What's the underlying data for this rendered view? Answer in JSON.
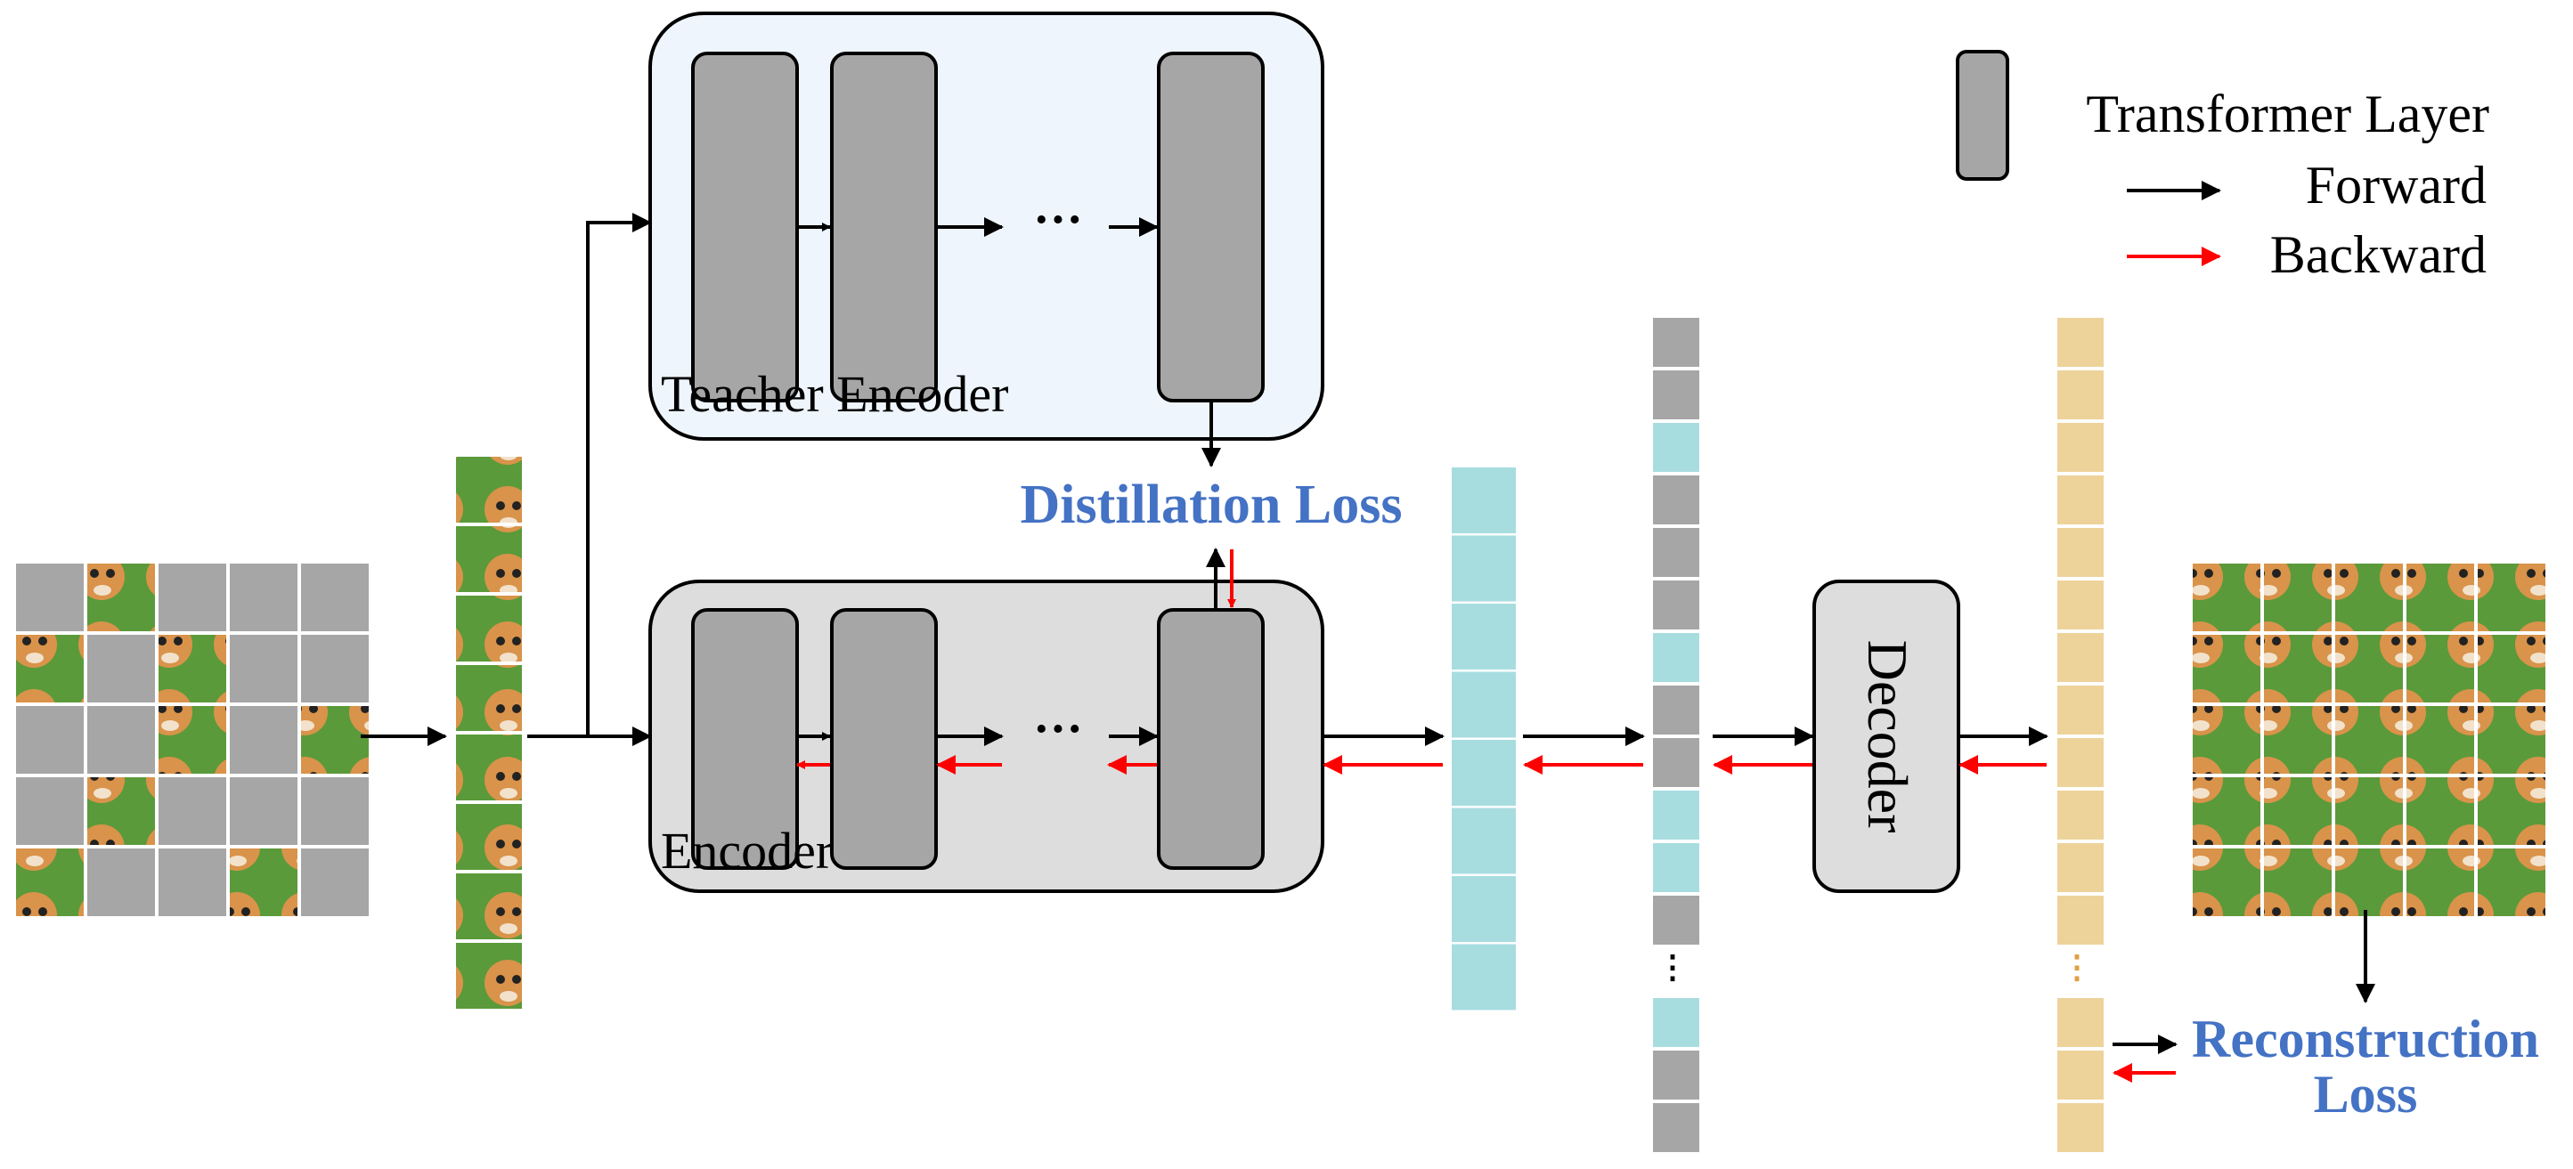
{
  "legend": {
    "transformer_layer": "Transformer Layer",
    "forward": "Forward",
    "backward": "Backward"
  },
  "teacher_encoder": {
    "label": "Teacher Encoder"
  },
  "encoder": {
    "label": "Encoder"
  },
  "decoder": {
    "label": "Decoder"
  },
  "losses": {
    "distillation": "Distillation Loss",
    "reconstruction_line1": "Reconstruction",
    "reconstruction_line2": "Loss"
  },
  "ellipsis": "···",
  "colors": {
    "layer_fill": "#a6a6a6",
    "teacher_bg": "#eef5fc",
    "encoder_bg": "#dddddd",
    "decoder_bg": "#dddddd",
    "cyan_token": "#a8dde0",
    "gray_token": "#a6a6a6",
    "gold_token": "#edd39a",
    "loss_text": "#4472c4",
    "forward_arrow": "#000000",
    "backward_arrow": "#ff0000",
    "grass": "#5a9a3a",
    "kitten": "#d9934a"
  }
}
